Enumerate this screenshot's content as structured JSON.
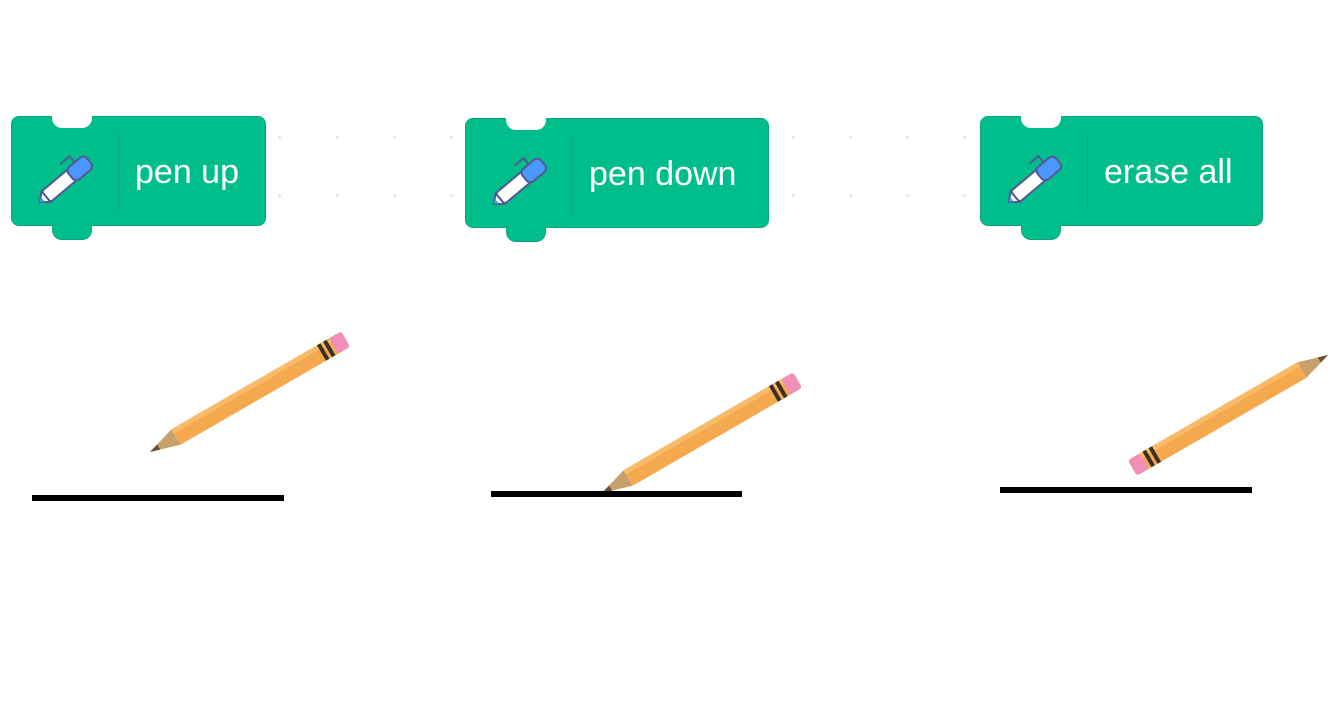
{
  "blocks": [
    {
      "label": "pen up",
      "icon": "pen-icon",
      "color": "#00be8c"
    },
    {
      "label": "pen down",
      "icon": "pen-icon",
      "color": "#00be8c"
    },
    {
      "label": "erase all",
      "icon": "pen-icon",
      "color": "#00be8c"
    }
  ],
  "illustrations": [
    {
      "state": "pen up",
      "pencil_icon": "pencil-icon",
      "line_color": "#000000"
    },
    {
      "state": "pen down",
      "pencil_icon": "pencil-icon",
      "line_color": "#000000"
    },
    {
      "state": "erase all",
      "pencil_icon": "pencil-icon",
      "line_color": "#000000"
    }
  ]
}
